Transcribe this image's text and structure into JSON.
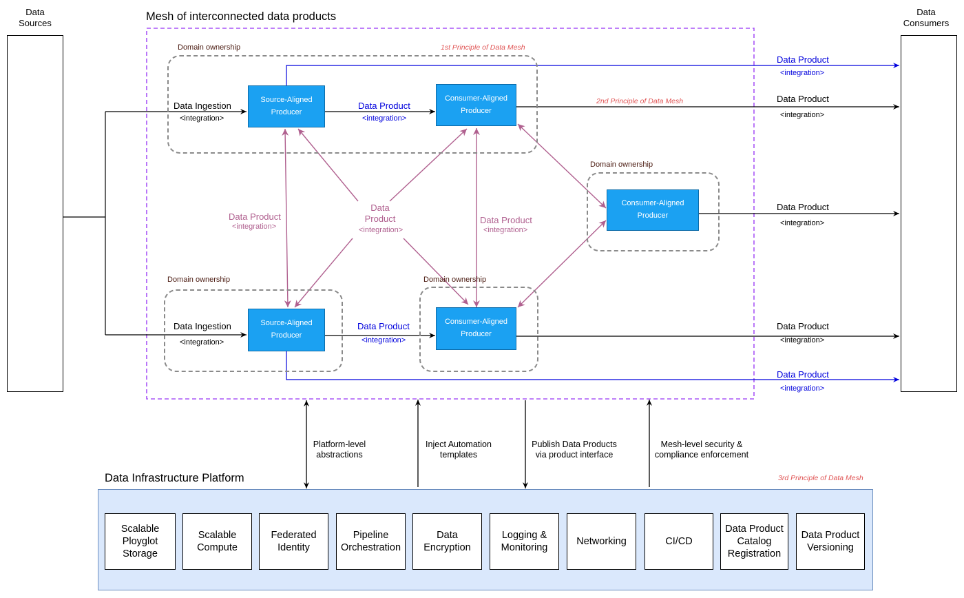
{
  "titles": {
    "data_sources": "Data\nSources",
    "data_consumers": "Data\nConsumers",
    "mesh": "Mesh of interconnected data products",
    "platform": "Data Infrastructure Platform"
  },
  "principles": {
    "p1": "1st Principle of Data Mesh",
    "p2": "2nd Principle of Data Mesh",
    "p3": "3rd Principle of Data Mesh"
  },
  "domains": {
    "label": "Domain ownership"
  },
  "producers": {
    "source_aligned": "Source-Aligned\nProducer",
    "consumer_aligned": "Consumer-Aligned\nProducer"
  },
  "edges": {
    "data_ingestion": "Data Ingestion",
    "integration": "<integration>",
    "data_product": "Data Product",
    "data_product_split": "Data\nProduct"
  },
  "platform_arrows": {
    "a1": "Platform-level\nabstractions",
    "a2": "Inject Automation\ntemplates",
    "a3": "Publish Data Products\nvia product interface",
    "a4": "Mesh-level security &\ncompliance enforcement"
  },
  "platform_tiles": [
    "Scalable\nPloyglot\nStorage",
    "Scalable\nCompute",
    "Federated\nIdentity",
    "Pipeline\nOrchestration",
    "Data\nEncryption",
    "Logging &\nMonitoring",
    "Networking",
    "CI/CD",
    "Data Product\nCatalog\nRegistration",
    "Data Product\nVersioning"
  ],
  "icons": {
    "database": "database-icon",
    "user": "user-icon"
  },
  "colors": {
    "product_fill": "#1ba1f2",
    "mesh_border": "#a855f7",
    "platform_fill": "#dae8fc",
    "platform_border": "#6c8ebf",
    "database": "#8a63e0",
    "user": "#f5a964",
    "product_link": "#b0608f",
    "blue_link": "#0000dd",
    "principle": "#e05555"
  }
}
